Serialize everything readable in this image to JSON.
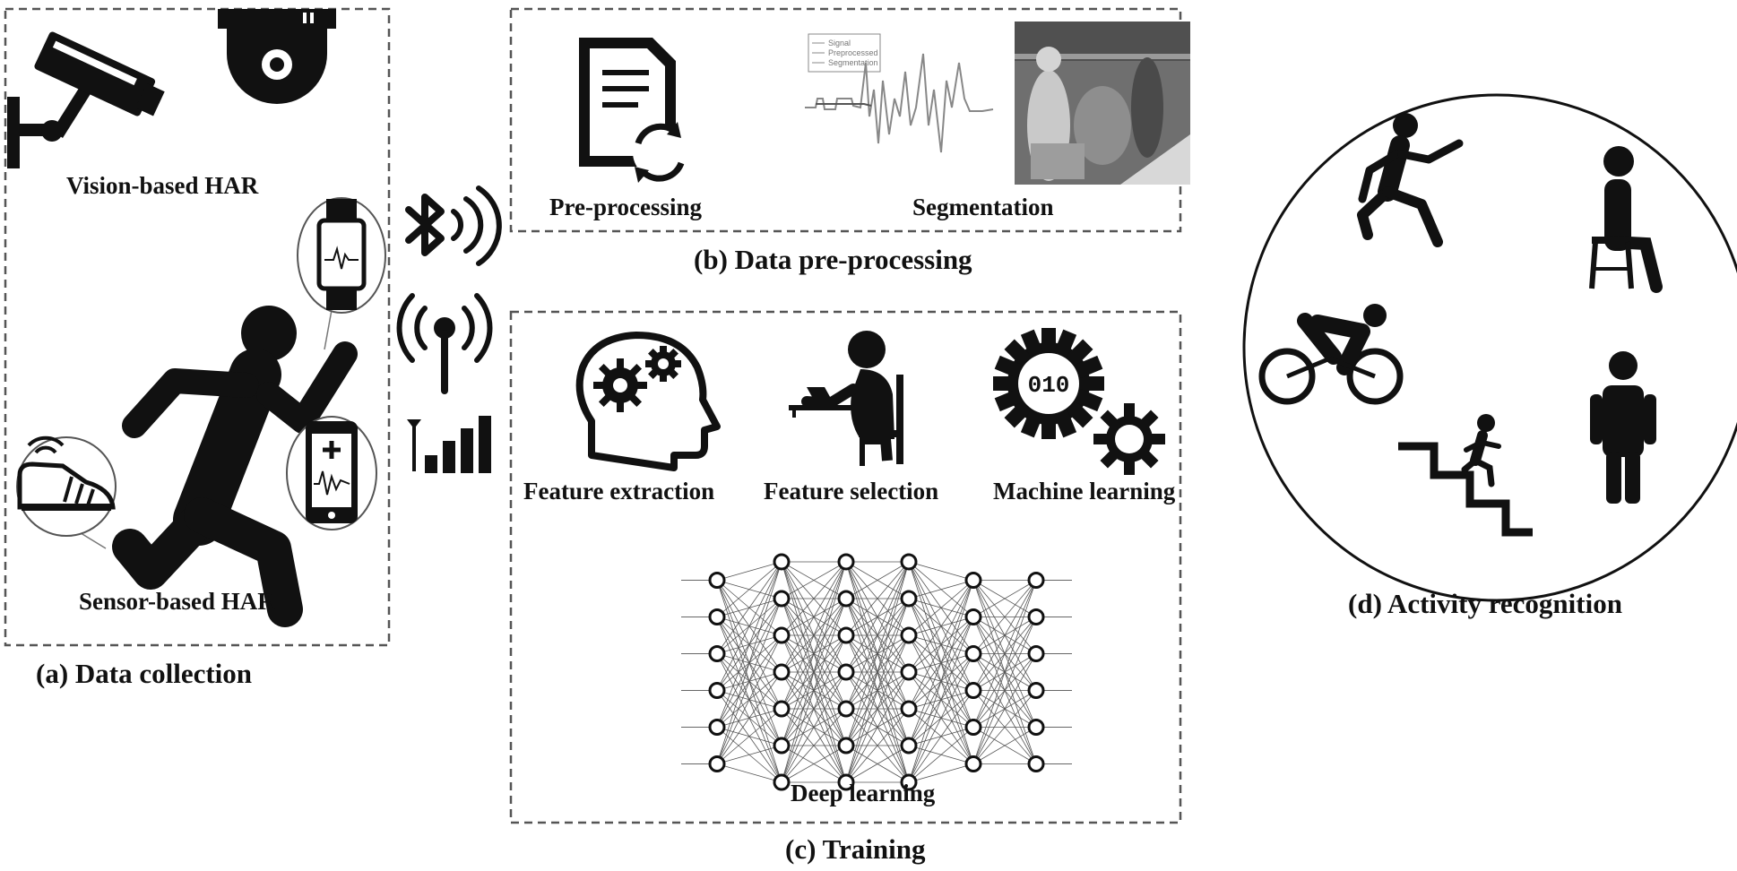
{
  "panels": {
    "data_collection": {
      "caption": "(a) Data collection",
      "vision_label": "Vision-based HAR",
      "sensor_label": "Sensor-based HAR"
    },
    "data_preprocessing": {
      "caption": "(b) Data pre-processing",
      "preprocessing_label": "Pre-processing",
      "segmentation_label": "Segmentation",
      "signal_chart": {
        "type": "line",
        "legend": [
          "Signal",
          "Preprocessed",
          "Segmentation"
        ]
      }
    },
    "training": {
      "caption": "(c) Training",
      "feature_extraction_label": "Feature extraction",
      "feature_selection_label": "Feature selection",
      "machine_learning_label": "Machine learning",
      "deep_learning_label": "Deep learning",
      "network_layers": [
        6,
        7,
        7,
        7,
        6,
        6
      ]
    },
    "activity_recognition": {
      "caption": "(d) Activity recognition"
    }
  },
  "colors": {
    "ink": "#111111",
    "frame": "#555555",
    "photo_bg": "#6f6f6f"
  }
}
